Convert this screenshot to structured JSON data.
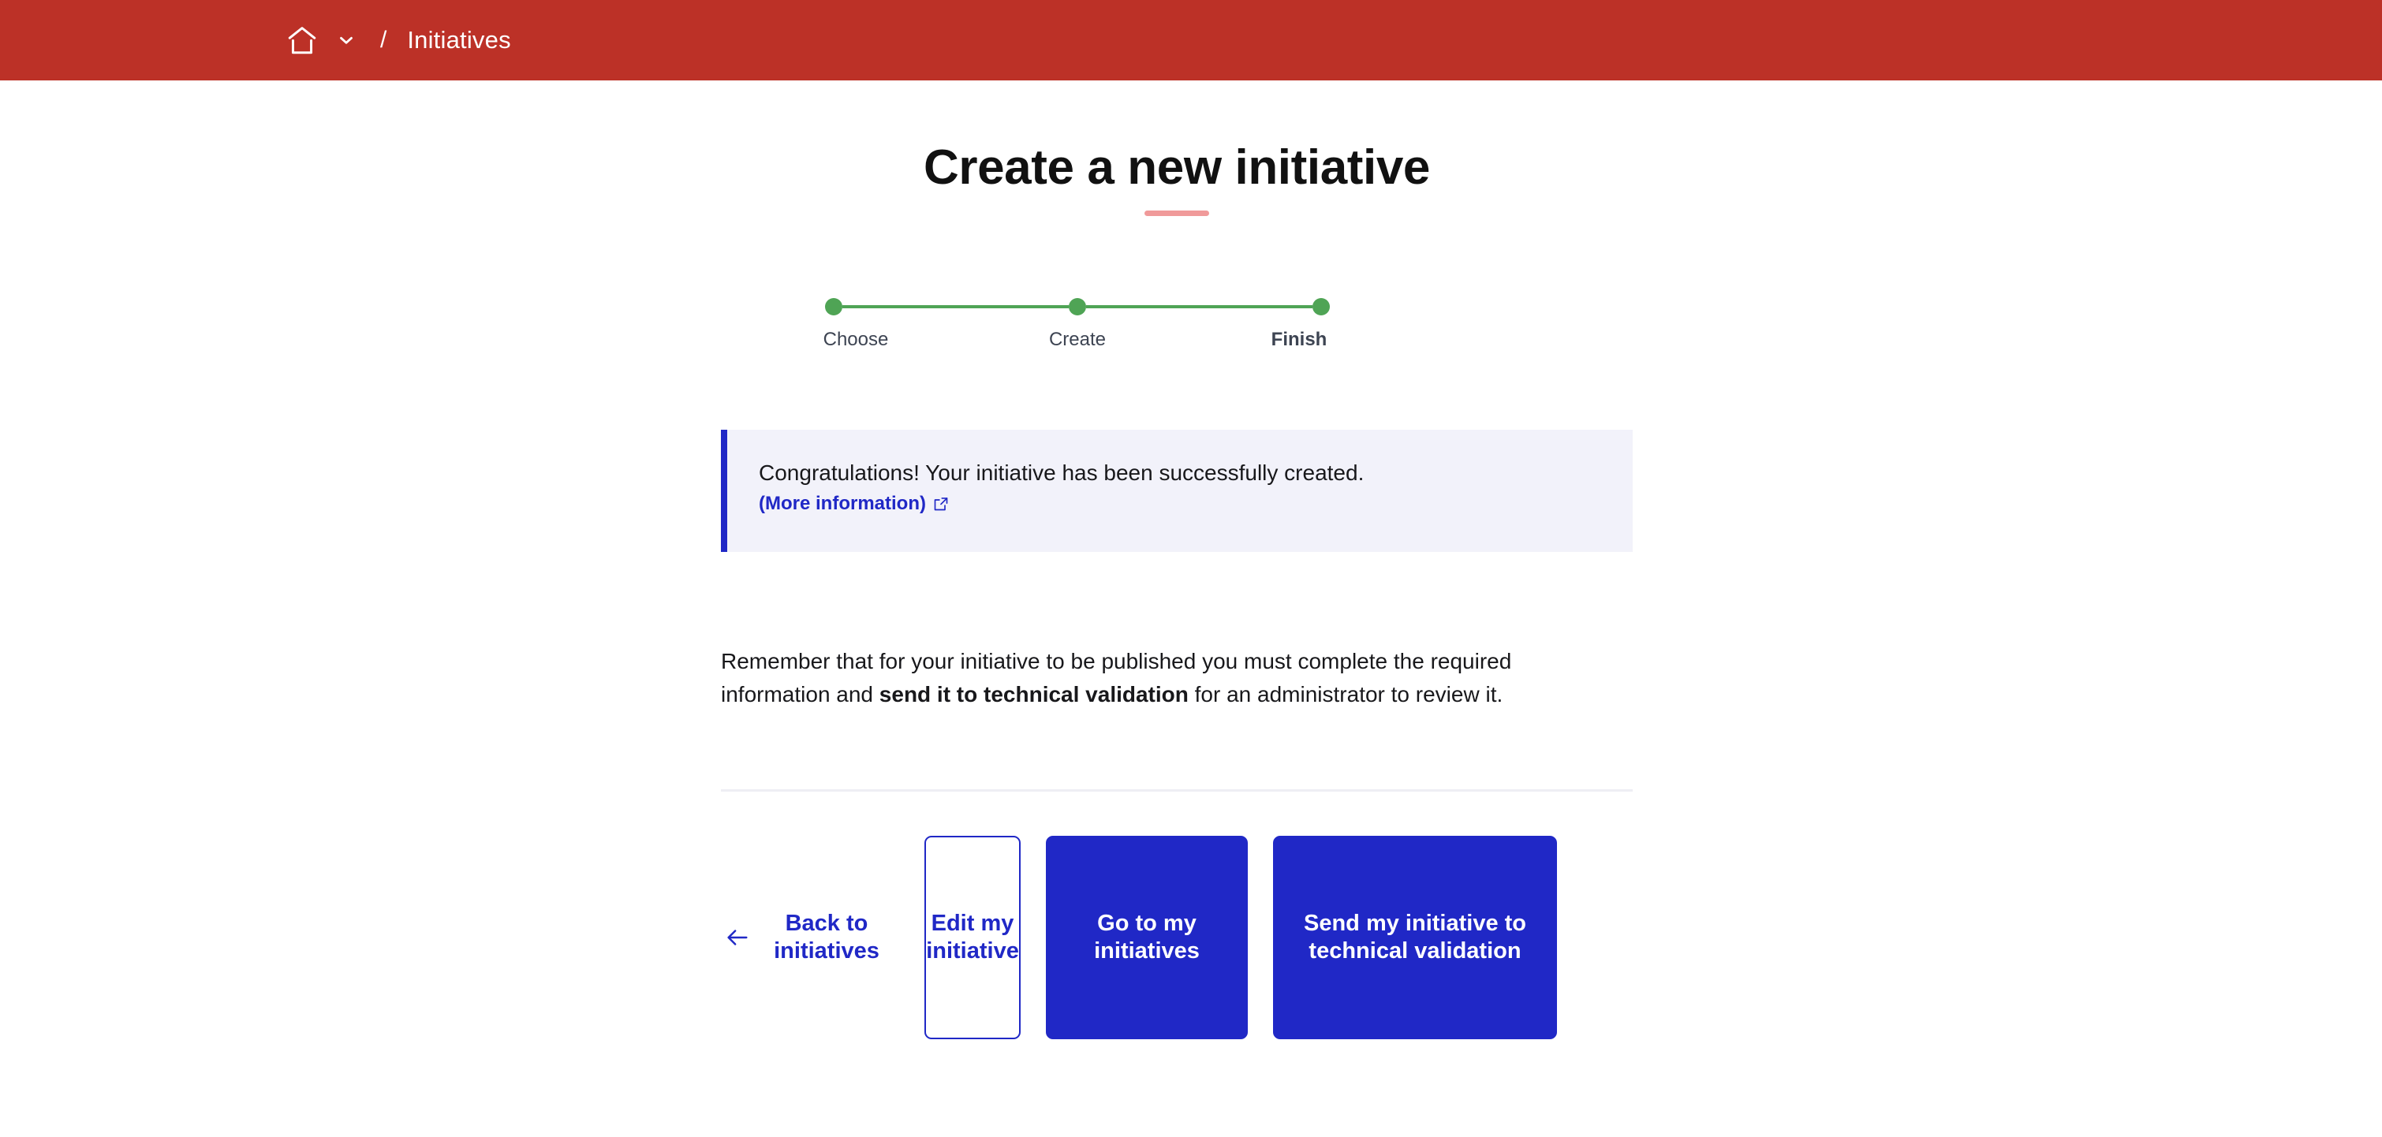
{
  "topbar": {
    "home_icon": "home-icon",
    "dropdown_icon": "chevron-down-icon",
    "separator": "/",
    "breadcrumb_label": "Initiatives",
    "background_color": "#bc3127"
  },
  "header": {
    "title": "Create a new initiative",
    "accent_color": "#f09a9a"
  },
  "stepper": {
    "steps": [
      {
        "label": "Choose",
        "state": "complete"
      },
      {
        "label": "Create",
        "state": "complete"
      },
      {
        "label": "Finish",
        "state": "current"
      }
    ],
    "color": "#4fa455"
  },
  "callout": {
    "message": "Congratulations! Your initiative has been successfully created.",
    "link_label": "(More information)",
    "link_icon": "external-link-icon",
    "accent_color": "#2028c6",
    "background_color": "#f2f2fa"
  },
  "body": {
    "text_before": "Remember that for your initiative to be published you must complete the required information and ",
    "text_bold": "send it to technical validation",
    "text_after": " for an administrator to review it."
  },
  "actions": {
    "back_icon": "arrow-left-icon",
    "back_label": "Back to initiatives",
    "edit_label": "Edit my initiative",
    "goto_label": "Go to my initiatives",
    "send_label": "Send my initiative to technical validation",
    "primary_color": "#2028c6"
  }
}
